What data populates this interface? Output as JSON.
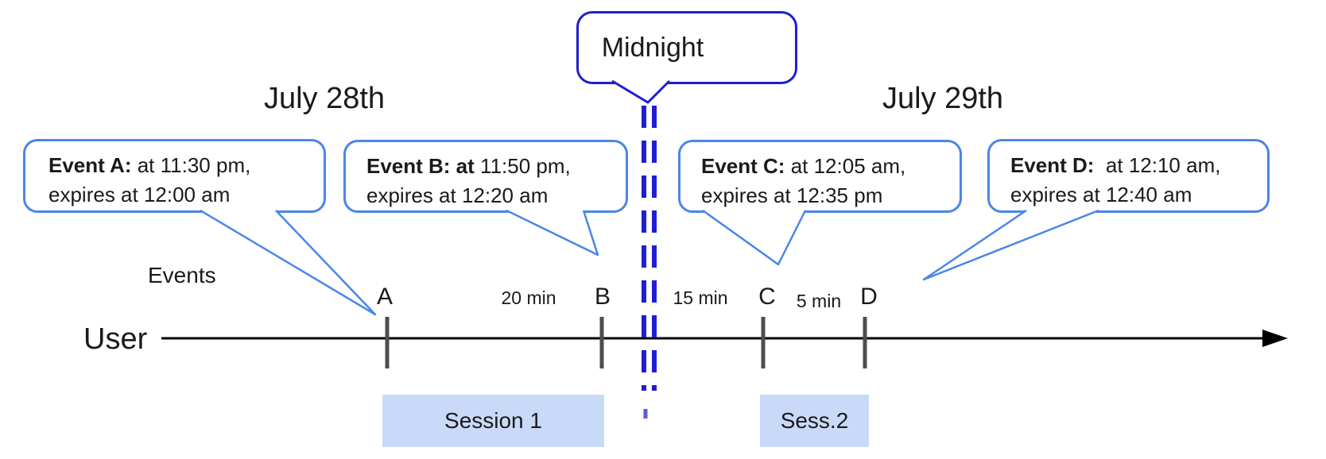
{
  "dates": {
    "left": "July 28th",
    "right": "July 29th"
  },
  "midnight": {
    "label": "Midnight"
  },
  "axis": {
    "events_row_label": "Events",
    "user_row_label": "User"
  },
  "events": [
    {
      "tick_label": "A",
      "title_bold": "Event A:",
      "title_rest": " at 11:30 pm,",
      "line2": "expires at 12:00 am"
    },
    {
      "tick_label": "B",
      "title_bold": "Event B: at",
      "title_rest": " 11:50 pm,",
      "line2": "expires at 12:20 am"
    },
    {
      "tick_label": "C",
      "title_bold": "Event C:",
      "title_rest": " at 12:05 am,",
      "line2": "expires at 12:35 pm"
    },
    {
      "tick_label": "D",
      "title_bold": "Event D:",
      "title_rest": "  at 12:10 am,",
      "line2": "expires at 12:40 am"
    }
  ],
  "intervals": [
    {
      "label": "20 min"
    },
    {
      "label": "15 min"
    },
    {
      "label": "5 min"
    }
  ],
  "sessions": [
    {
      "label": "Session 1"
    },
    {
      "label": "Sess.2"
    }
  ],
  "colors": {
    "callout_border": "#4a86e8",
    "midnight_blue": "#1e1ed2",
    "session_fill": "#c9daf8",
    "tick_gray": "#4d4d4d",
    "timeline_black": "#000000"
  }
}
